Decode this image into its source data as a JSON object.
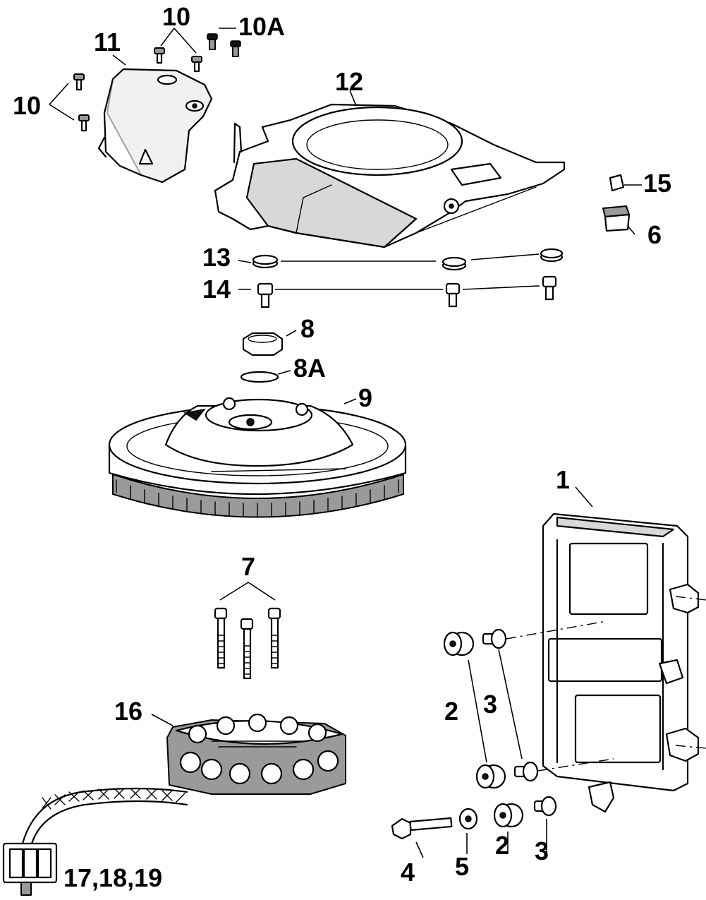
{
  "callouts": {
    "c1": "1",
    "c2a": "2",
    "c2b": "2",
    "c3a": "3",
    "c3b": "3",
    "c4": "4",
    "c5": "5",
    "c6": "6",
    "c7": "7",
    "c8": "8",
    "c8a": "8A",
    "c9": "9",
    "c10a": "10",
    "c10b": "10",
    "c10c": "10A",
    "c11": "11",
    "c12": "12",
    "c13": "13",
    "c14": "14",
    "c15": "15",
    "c16": "16",
    "c17": "17,18,19"
  }
}
